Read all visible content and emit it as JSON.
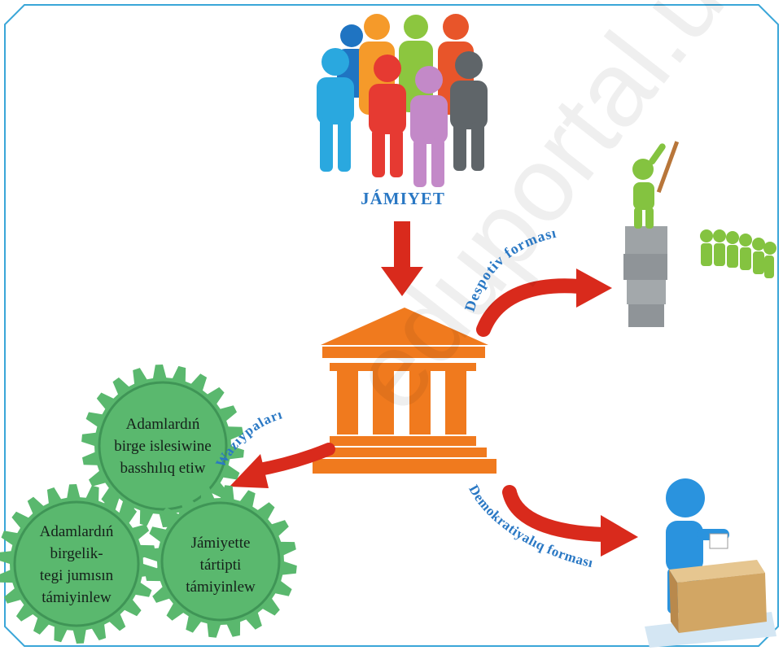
{
  "title": "JÁMIYET",
  "arrows": {
    "despotic": "Despotiv forması",
    "democratic": "Demokratiyalıq forması",
    "functions": "Wazıypaları"
  },
  "gears": {
    "top": [
      "Adamlardıń",
      "birge islesiwine",
      "basshılıq etiw"
    ],
    "left": [
      "Adamlardıń",
      "birgelik-",
      "tegi jumısın",
      "támiyinlew"
    ],
    "right": [
      "Jámiyette",
      "tártipti",
      "támiyinlew"
    ]
  },
  "watermark": "eduportal.uz",
  "colors": {
    "frame": "#3aa6d8",
    "gear_fill": "#5ab86e",
    "gear_stroke": "#3f9556",
    "building": "#f07a1e",
    "arrow": "#d92a1c",
    "label_blue": "#2a78c4"
  }
}
